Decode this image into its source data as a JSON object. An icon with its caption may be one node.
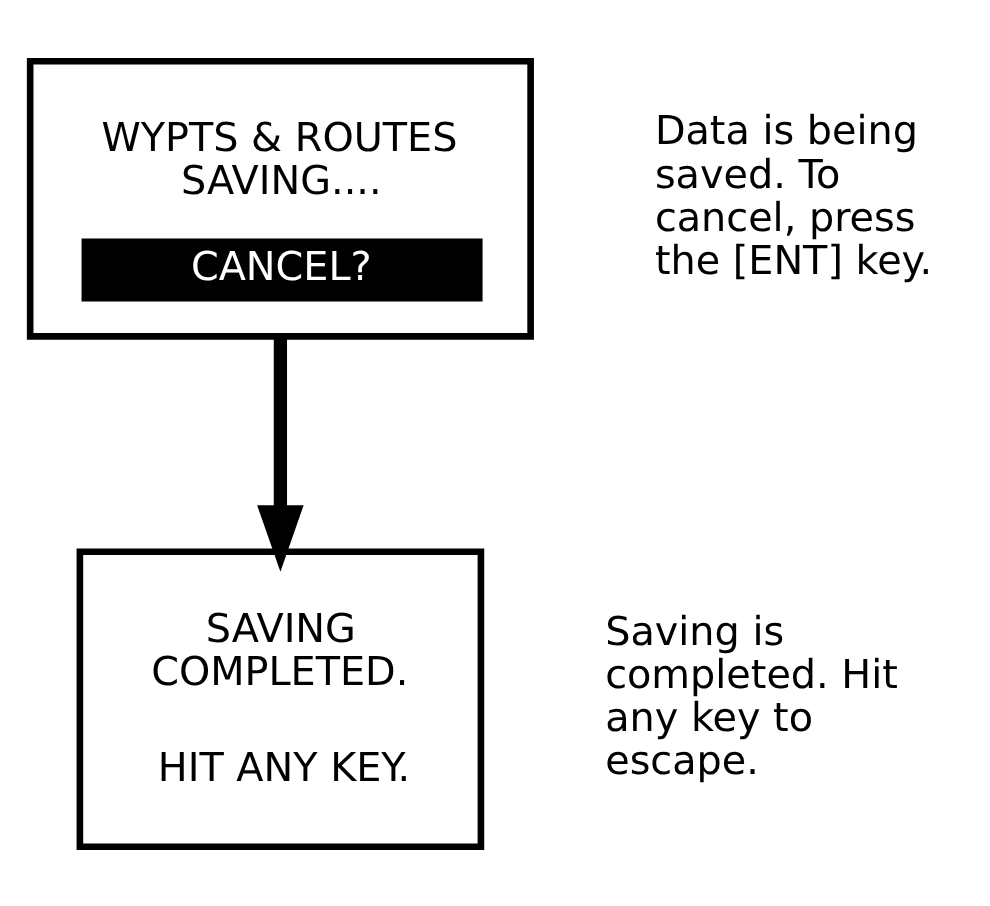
{
  "diagram": {
    "nodes": [
      {
        "text": [
          "WYPTS & ROUTES SAVING....",
          "CANCEL?"
        ],
        "beside": [
          "Data is being saved. To cancel, press the [ENT] key."
        ]
      },
      {
        "text": [
          "SAVING COMPLETED.",
          "HIT ANY KEY."
        ],
        "beside": [
          "Saving is completed. Hit any key to escape."
        ]
      }
    ],
    "edges": [
      {
        "from": 0,
        "to": 1,
        "arrow": "to"
      }
    ]
  }
}
